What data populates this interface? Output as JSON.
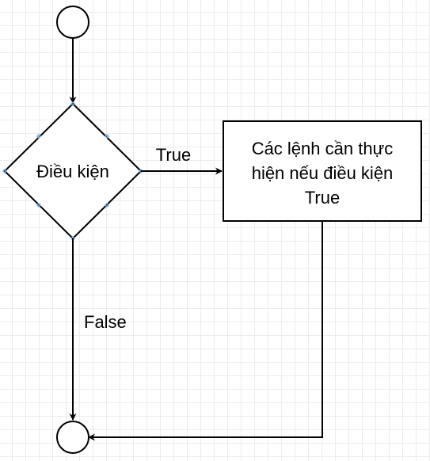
{
  "diagram": {
    "decision": {
      "label": "Điều kiện"
    },
    "process": {
      "lines": [
        "Các lệnh cần thực",
        "hiện nếu điều kiện",
        "True"
      ]
    },
    "edges": {
      "true_label": "True",
      "false_label": "False"
    },
    "colors": {
      "stroke": "#000000",
      "connection_point": "#6fa8dc",
      "grid": "#ececec",
      "background": "#ffffff"
    }
  }
}
